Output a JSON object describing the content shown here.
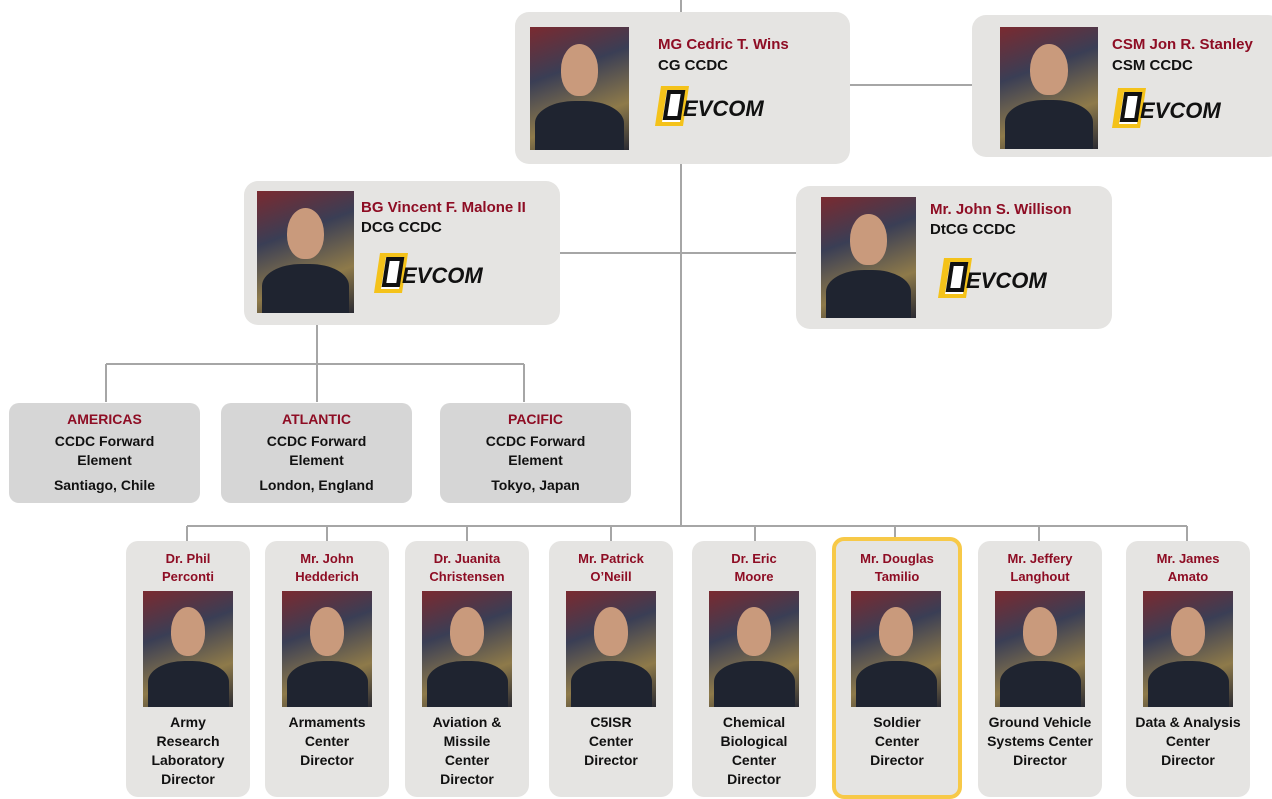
{
  "leaders": {
    "cg": {
      "name": "MG Cedric T. Wins",
      "title": "CG CCDC",
      "logo_text": "EVCOM"
    },
    "csm": {
      "name": "CSM Jon R. Stanley",
      "title": "CSM CCDC",
      "logo_text": "EVCOM"
    },
    "dcg": {
      "name": "BG Vincent F. Malone II",
      "title": "DCG CCDC",
      "logo_text": "EVCOM"
    },
    "dtcg": {
      "name": "Mr. John S. Willison",
      "title": "DtCG CCDC",
      "logo_text": "EVCOM"
    }
  },
  "forward_elements": [
    {
      "region": "AMERICAS",
      "line1": "CCDC Forward",
      "line2": "Element",
      "location": "Santiago, Chile"
    },
    {
      "region": "ATLANTIC",
      "line1": "CCDC Forward",
      "line2": "Element",
      "location": "London,  England"
    },
    {
      "region": "PACIFIC",
      "line1": "CCDC Forward",
      "line2": "Element",
      "location": "Tokyo, Japan"
    }
  ],
  "directors": [
    {
      "name1": "Dr. Phil",
      "name2": "Perconti",
      "c1": "Army",
      "c2": "Research",
      "c3": "Laboratory",
      "role": "Director"
    },
    {
      "name1": "Mr. John",
      "name2": "Hedderich",
      "c1": "Armaments",
      "c2": "Center",
      "c3": "",
      "role": "Director"
    },
    {
      "name1": "Dr. Juanita",
      "name2": "Christensen",
      "c1": "Aviation &",
      "c2": "Missile",
      "c3": "Center",
      "role": "Director"
    },
    {
      "name1": "Mr. Patrick",
      "name2": "O’Neill",
      "c1": "C5ISR",
      "c2": "Center",
      "c3": "",
      "role": "Director"
    },
    {
      "name1": "Dr. Eric",
      "name2": "Moore",
      "c1": "Chemical",
      "c2": "Biological",
      "c3": "Center",
      "role": "Director"
    },
    {
      "name1": "Mr. Douglas",
      "name2": "Tamilio",
      "c1": "Soldier",
      "c2": "Center",
      "c3": "",
      "role": "Director"
    },
    {
      "name1": "Mr. Jeffery",
      "name2": "Langhout",
      "c1": "Ground Vehicle",
      "c2": "Systems Center",
      "c3": "",
      "role": "Director"
    },
    {
      "name1": "Mr. James",
      "name2": "Amato",
      "c1": "Data & Analysis",
      "c2": "Center",
      "c3": "",
      "role": "Director"
    }
  ],
  "colors": {
    "name_red": "#8e0d24",
    "card_bg": "#e5e4e2",
    "highlight": "#f7c948",
    "logo_yellow": "#f4c21a"
  }
}
